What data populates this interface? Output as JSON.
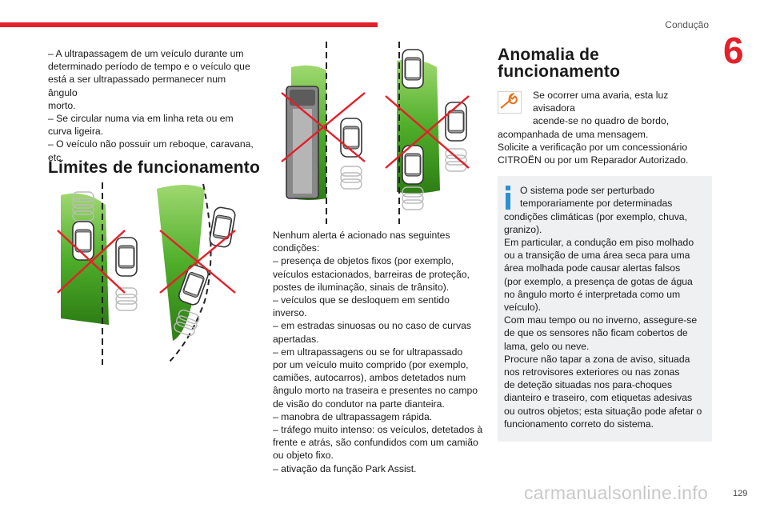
{
  "header": {
    "section_title": "Condução",
    "chapter_number": "6"
  },
  "col1": {
    "lines": [
      "– A ultrapassagem de um veículo durante um",
      "determinado período de tempo e o veículo que",
      "está a ser ultrapassado permanecer num ângulo",
      "morto.",
      "– Se circular numa via em linha reta ou em",
      "curva ligeira.",
      "– O veículo não possuir um reboque, caravana,",
      "etc."
    ],
    "heading": "Limites de funcionamento"
  },
  "col2": {
    "lines": [
      "Nenhum alerta é acionado nas seguintes",
      "condições:",
      "– presença de objetos fixos (por exemplo,",
      "veículos estacionados, barreiras de proteção,",
      "postes de iluminação, sinais de trânsito).",
      "– veículos que se desloquem em sentido",
      "inverso.",
      "– em estradas sinuosas ou no caso de curvas",
      "apertadas.",
      "– em ultrapassagens ou se for ultrapassado",
      "por um veículo muito comprido (por exemplo,",
      "camiões, autocarros), ambos detetados num",
      "ângulo morto na traseira e presentes no campo",
      "de visão do condutor na parte dianteira.",
      "– manobra de ultrapassagem rápida.",
      "– tráfego muito intenso: os veículos, detetados à",
      "frente e atrás, são confundidos com um camião",
      "ou objeto fixo.",
      "– ativação da função Park Assist."
    ]
  },
  "col3": {
    "heading": "Anomalia de funcionamento",
    "lines": [
      "Se ocorrer uma avaria, esta luz avisadora",
      "acende-se no quadro de bordo,",
      "acompanhada de uma mensagem.",
      "Solicite a verificação por um concessionário",
      "CITROËN ou por um Reparador Autorizado."
    ],
    "info_lines": [
      "O sistema pode ser perturbado",
      "temporariamente por determinadas",
      "condições climáticas (por exemplo, chuva,",
      "granizo).",
      "Em particular, a condução em piso molhado",
      "ou a transição de uma área seca para uma",
      "área molhada pode causar alertas falsos",
      "(por exemplo, a presença de gotas de água",
      "no ângulo morto é interpretada como um",
      "veículo).",
      "Com mau tempo ou no inverno, assegure-se",
      "de que os sensores não ficam cobertos de",
      "lama, gelo ou neve.",
      "Procure não tapar a zona de aviso, situada",
      "nos retrovisores exteriores ou nas zonas",
      "de deteção situadas nos para-choques",
      "dianteiro e traseiro, com etiquetas adesivas",
      "ou outros objetos; esta situação pode afetar o",
      "funcionamento correto do sistema."
    ]
  },
  "footer": {
    "page_number": "129",
    "watermark": "carmanualsonline.info"
  },
  "colors": {
    "accent": "#e4202a",
    "zone_green": "#3f9c1f",
    "info_blue": "#2b8fd6",
    "warn_orange": "#e8701a"
  },
  "icons": {
    "warning": "wrench-icon",
    "info": "info-icon"
  }
}
